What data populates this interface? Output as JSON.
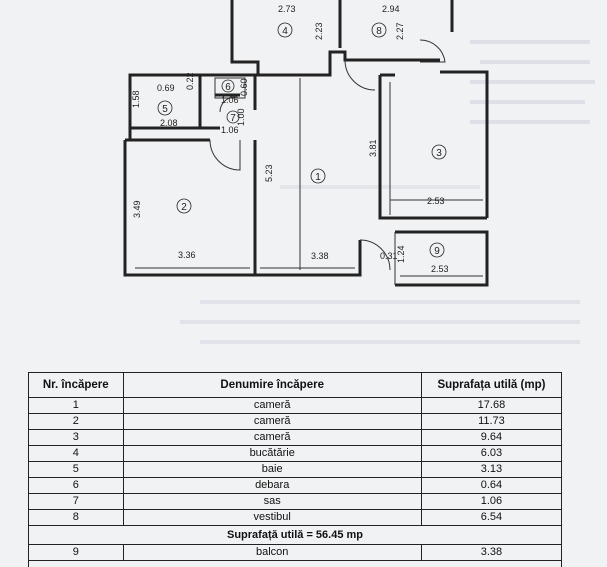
{
  "plan": {
    "dims": {
      "d_273": "2.73",
      "d_294": "2.94",
      "d_223": "2.23",
      "d_227": "2.27",
      "d_069": "0.69",
      "d_022": "0.22",
      "d_158": "1.58",
      "d_106a": "1.06",
      "d_060": "0.60",
      "d_100": "1.00",
      "d_106b": "1.06",
      "d_208": "2.08",
      "d_523": "5.23",
      "d_381": "3.81",
      "d_349": "3.49",
      "d_253a": "2.53",
      "d_124": "1.24",
      "d_336": "3.36",
      "d_338": "3.38",
      "d_031": "0.31",
      "d_253b": "2.53"
    },
    "rooms": {
      "r1": "1",
      "r2": "2",
      "r3": "3",
      "r4": "4",
      "r5": "5",
      "r6": "6",
      "r7": "7",
      "r8": "8",
      "r9": "9"
    }
  },
  "table": {
    "headers": {
      "nr": "Nr. încăpere",
      "name": "Denumire încăpere",
      "area": "Suprafața utilă (mp)"
    },
    "rows": [
      {
        "nr": "1",
        "name": "cameră",
        "area": "17.68"
      },
      {
        "nr": "2",
        "name": "cameră",
        "area": "11.73"
      },
      {
        "nr": "3",
        "name": "cameră",
        "area": "9.64"
      },
      {
        "nr": "4",
        "name": "bucătărie",
        "area": "6.03"
      },
      {
        "nr": "5",
        "name": "baie",
        "area": "3.13"
      },
      {
        "nr": "6",
        "name": "debara",
        "area": "0.64"
      },
      {
        "nr": "7",
        "name": "sas",
        "area": "1.06"
      },
      {
        "nr": "8",
        "name": "vestibul",
        "area": "6.54"
      }
    ],
    "summary": "Suprafață utilă = 56.45 mp",
    "balcony": {
      "nr": "9",
      "name": "balcon",
      "area": "3.38"
    }
  },
  "colors": {
    "paper": "#f1f2f4",
    "ink": "#222222"
  }
}
